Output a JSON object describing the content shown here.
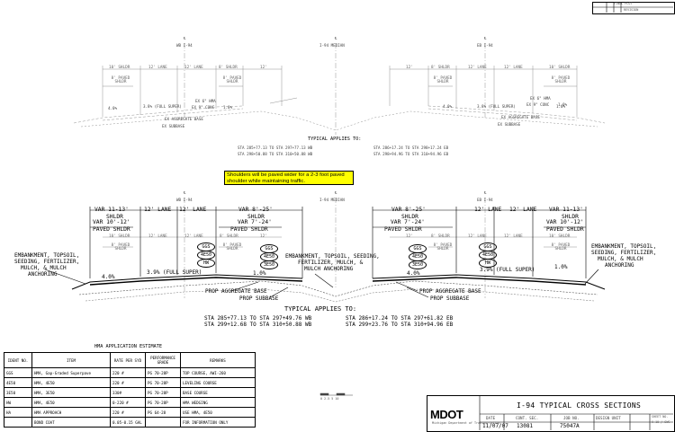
{
  "revision_block": {
    "file": "FINAL PLOT",
    "cols": [
      "DATE",
      "DATE",
      "BY"
    ],
    "revision": "REVISION"
  },
  "top_section": {
    "cl_left": "WB I-94",
    "cl_mid": "I-94 MEDIAN",
    "cl_right": "EB I-94",
    "dims_left": [
      "10' SHLDR",
      "12' LANE",
      "12' LANE",
      "8' SHLDR",
      "12'"
    ],
    "dims_right": [
      "12'",
      "8' SHLDR",
      "12' LANE",
      "12' LANE",
      "10' SHLDR"
    ],
    "paved_left_a": "8' PAVED SHLDR",
    "paved_left_b": "8' PAVED SHLDR",
    "paved_right_a": "8' PAVED SHLDR",
    "paved_right_b": "8' PAVED SHLDR",
    "slope_left": "4.0%",
    "super_left": "3.8% (FULL SUPER)",
    "slope_right": "4.0%",
    "super_right": "3.8% (FULL SUPER)",
    "slope_right2": "1.0%",
    "hma_left": "EX 6\" HMA",
    "conc_left": "EX 9\" CONC",
    "pct_left": "1.0%",
    "agg_left": "EX AGGREGATE BASE",
    "sub_left": "EX SUBBASE",
    "hma_right": "EX 6\" HMA",
    "conc_right": "EX 9\" CONC",
    "pct_right": "1.0%",
    "agg_right": "EX AGGREGATE BASE",
    "sub_right": "EX SUBBASE",
    "applies": "TYPICAL APPLIES TO:",
    "sta_wb1": "STA 285+77.13 TO STA 297+77.13 WB",
    "sta_wb2": "STA 298+50.88 TO STA 310+50.88 WB",
    "sta_eb1": "STA 286+17.24 TO STA 298+17.24 EB",
    "sta_eb2": "STA 298+94.96 TO STA 310+94.96 EB"
  },
  "callout": "Shoulders will be paved wider for a 2-3 foot paved shoulder while maintaining traffic.",
  "bottom_section": {
    "cl_left": "WB I-94",
    "cl_mid": "I-94 MEDIAN",
    "cl_right": "EB I-94",
    "var_shldr_l": "VAR 11-13'",
    "shldr": "SHLDR",
    "lane_a": "12' LANE",
    "lane_b": "12' LANE",
    "var_824_l": "VAR 8'-25'",
    "var_paved_l": "VAR 10'-12'",
    "paved_shldr": "PAVED SHLDR",
    "var_paved_724_l": "VAR 7'-24'",
    "var_824_r": "VAR 8'-25'",
    "var_paved_724_r": "VAR 7'-24'",
    "var_shldr_r": "VAR 11-13'",
    "var_paved_r": "VAR 10'-12'",
    "sub_l": [
      "10' SHLDR",
      "12' LANE",
      "12' LANE",
      "8' SHLDR",
      "12'"
    ],
    "sub_r": [
      "12'",
      "8' SHLDR",
      "12' LANE",
      "12' LANE",
      "10' SHLDR"
    ],
    "small_paved": [
      "8' PAVED SHLDR",
      "8' PAVED SHLDR",
      "8' PAVED SHLDR",
      "8' PAVED SHLDR"
    ],
    "embank_left": [
      "EMBANKMENT, TOPSOIL,",
      "SEEDING, FERTILIZER,",
      "MULCH, & MULCH",
      "ANCHORING"
    ],
    "embank_mid": [
      "EMBANKMENT, TOPSOIL, SEEDING,",
      "FERTILIZER, MULCH, &",
      "MULCH ANCHORING"
    ],
    "embank_right": [
      "EMBANKMENT, TOPSOIL,",
      "SEEDING, FERTILIZER,",
      "MULCH, & MULCH",
      "ANCHORING"
    ],
    "codes": [
      "GGS",
      "4E50",
      "HW",
      "GGS",
      "4E50",
      "3E50",
      "GGS",
      "4E50",
      "3E50",
      "GGS",
      "4E50",
      "HW"
    ],
    "slope_l": "4.0%",
    "super_l": "3.9% (FULL SUPER)",
    "flat_l": "1.0%",
    "slope_r": "4.0%",
    "super_r": "3.9% (FULL SUPER)",
    "flat_r": "1.0%",
    "prop_agg_l": "PROP AGGREGATE BASE",
    "prop_sub_l": "PROP SUBBASE",
    "prop_agg_r": "PROP AGGREGATE BASE",
    "prop_sub_r": "PROP SUBBASE",
    "applies": "TYPICAL APPLIES TO:",
    "sta_wb1": "STA 285+77.13 TO STA 297+49.76 WB",
    "sta_wb2": "STA 299+12.68 TO STA 310+50.88 WB",
    "sta_eb1": "STA 286+17.24 TO STA 297+61.82 EB",
    "sta_eb2": "STA 299+23.76 TO STA 310+94.96 EB"
  },
  "hma_table": {
    "title": "HMA APPLICATION ESTIMATE",
    "headers": [
      "IDENT NO.",
      "ITEM",
      "RATE PER SYD",
      "PERFORMANCE GRADE",
      "REMARKS"
    ],
    "rows": [
      [
        "GGS",
        "HMA, Gap-Graded Superpave",
        "220 #",
        "PG 70-28P",
        "TOP COURSE, AWI-260"
      ],
      [
        "4E50",
        "HMA, 4E50",
        "220 #",
        "PG 70-28P",
        "LEVELING COURSE"
      ],
      [
        "3E50",
        "HMA, 3E50",
        "330#",
        "PG 70-28P",
        "BASE COURSE"
      ],
      [
        "HW",
        "HMA, 4E50",
        "0-220 #",
        "PG 70-28P",
        "HMA WEDGING"
      ],
      [
        "HA",
        "HMA APPROACH",
        "220 #",
        "PG 64-28",
        "USE HMA, 4E50"
      ],
      [
        "",
        "BOND COAT",
        "0.05-0.15 GAL",
        "",
        "FOR INFORMATION ONLY"
      ]
    ]
  },
  "scale_note": "0 2.5 5 10",
  "title_block": {
    "title": "I-94 TYPICAL CROSS SECTIONS",
    "logo": "MDOT",
    "logo_sub": "Michigan Department of Transportation",
    "labels": [
      "DATE",
      "CONT. SEC.",
      "JOB NO.",
      "DESIGN UNIT",
      "SHEET NO."
    ],
    "values": [
      "11/07/07",
      "13081",
      "75047A",
      "",
      ""
    ],
    "sheet": "X-10 / SWC"
  }
}
